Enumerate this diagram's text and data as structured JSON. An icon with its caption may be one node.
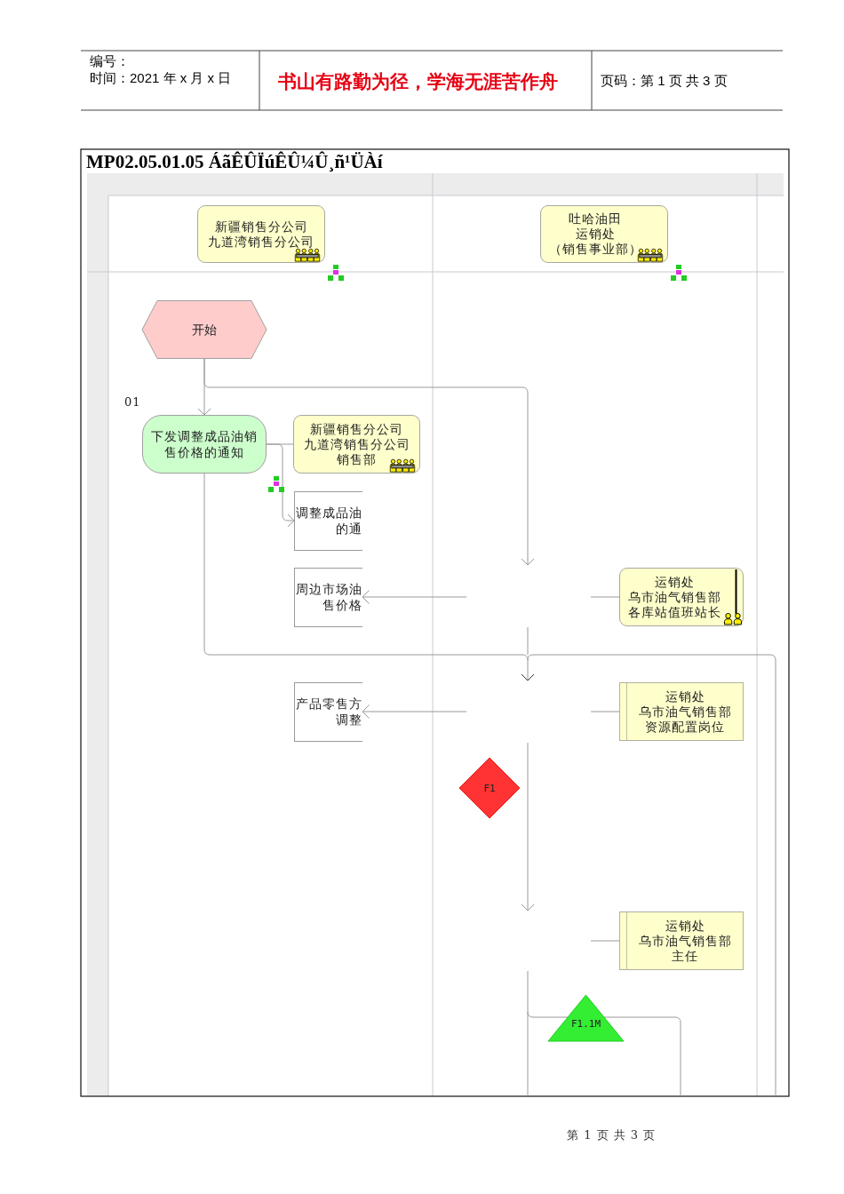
{
  "diagram": {
    "title": "MP02.05.01.05 ÁãÊÛÏúÊÛ¼Û¸ñ¹ÜÀí",
    "nodes": [
      {
        "text": [
          "新疆销售分公司",
          "九道湾销售分公司"
        ]
      },
      {
        "text": [
          "吐哈油田",
          "运销处",
          "（销售事业部）"
        ]
      },
      {
        "text": [
          "开始"
        ]
      },
      {
        "text": [
          "下发调整成品油销售价格的通知"
        ],
        "beside": [
          "01"
        ]
      },
      {
        "text": [
          "新疆销售分公司",
          "九道湾销售分公司",
          "销售部"
        ]
      },
      {
        "text": [
          "调整成品油的通"
        ]
      },
      {
        "text": [
          "周边市场油售价格"
        ]
      },
      {
        "text": [
          "运销处",
          "乌市油气销售部",
          "各库站值班站长"
        ]
      },
      {
        "text": [
          "产品零售方调整"
        ]
      },
      {
        "text": [
          "运销处",
          "乌市油气销售部",
          "资源配置岗位"
        ]
      },
      {
        "text": [
          "F1"
        ]
      },
      {
        "text": [
          "运销处",
          "乌市油气销售部",
          "主任"
        ]
      },
      {
        "text": [
          "F1.1M"
        ]
      }
    ],
    "edges": [
      {
        "from": 2,
        "to": 3,
        "arrow": "to"
      },
      {
        "from": 2,
        "to": null,
        "arrow": "to"
      },
      {
        "from": 3,
        "to": 4,
        "arrow": "none"
      },
      {
        "from": 3,
        "to": 5,
        "arrow": "to"
      },
      {
        "from": null,
        "to": 6,
        "arrow": "to"
      },
      {
        "from": 7,
        "to": null,
        "arrow": "none"
      },
      {
        "from": 3,
        "to": null,
        "arrow": "to"
      },
      {
        "from": null,
        "to": 8,
        "arrow": "to"
      },
      {
        "from": 9,
        "to": null,
        "arrow": "none"
      },
      {
        "from": 11,
        "to": null,
        "arrow": "none"
      }
    ],
    "labels": [
      "编号：",
      "时间：2021 年 x 月 x 日",
      "书山有路勤为径，学海无涯苦作舟",
      "页码：第 1 页 共 3 页",
      "第 1 页 共 3 页"
    ]
  }
}
